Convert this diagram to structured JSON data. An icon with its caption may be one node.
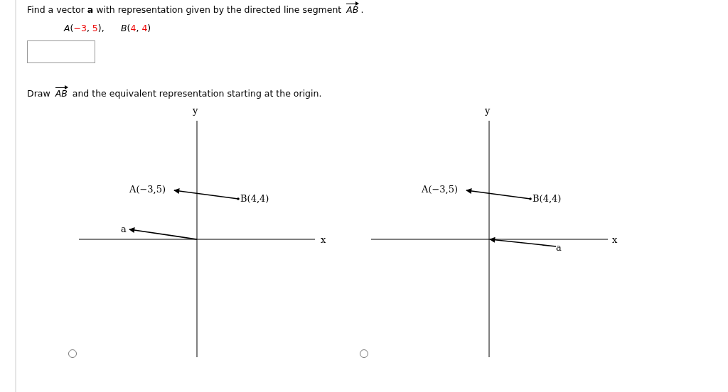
{
  "diagram": {
    "nodes": [
      {
        "text": [
          "A(−3,5)"
        ]
      },
      {
        "text": [
          "B(4,4)"
        ]
      },
      {
        "text": [
          "a"
        ]
      },
      {
        "text": [
          "A(−3,5)"
        ]
      },
      {
        "text": [
          "B(4,4)"
        ]
      },
      {
        "text": [
          "a"
        ]
      }
    ],
    "edges": [
      {
        "from": 1,
        "to": 0,
        "arrow": "to"
      },
      {
        "from": null,
        "to": 2,
        "arrow": "to"
      },
      {
        "from": 4,
        "to": 3,
        "arrow": "to"
      },
      {
        "from": 5,
        "to": null,
        "arrow": "to"
      }
    ],
    "labels": [
      "Find a vector **a** with representation given by the directed line segment *AB*.",
      "*A*(−3, 5),",
      "*B*(4, 4)",
      "Draw *AB* and the equivalent representation starting at the origin.",
      "y",
      "x",
      "y",
      "x"
    ]
  }
}
